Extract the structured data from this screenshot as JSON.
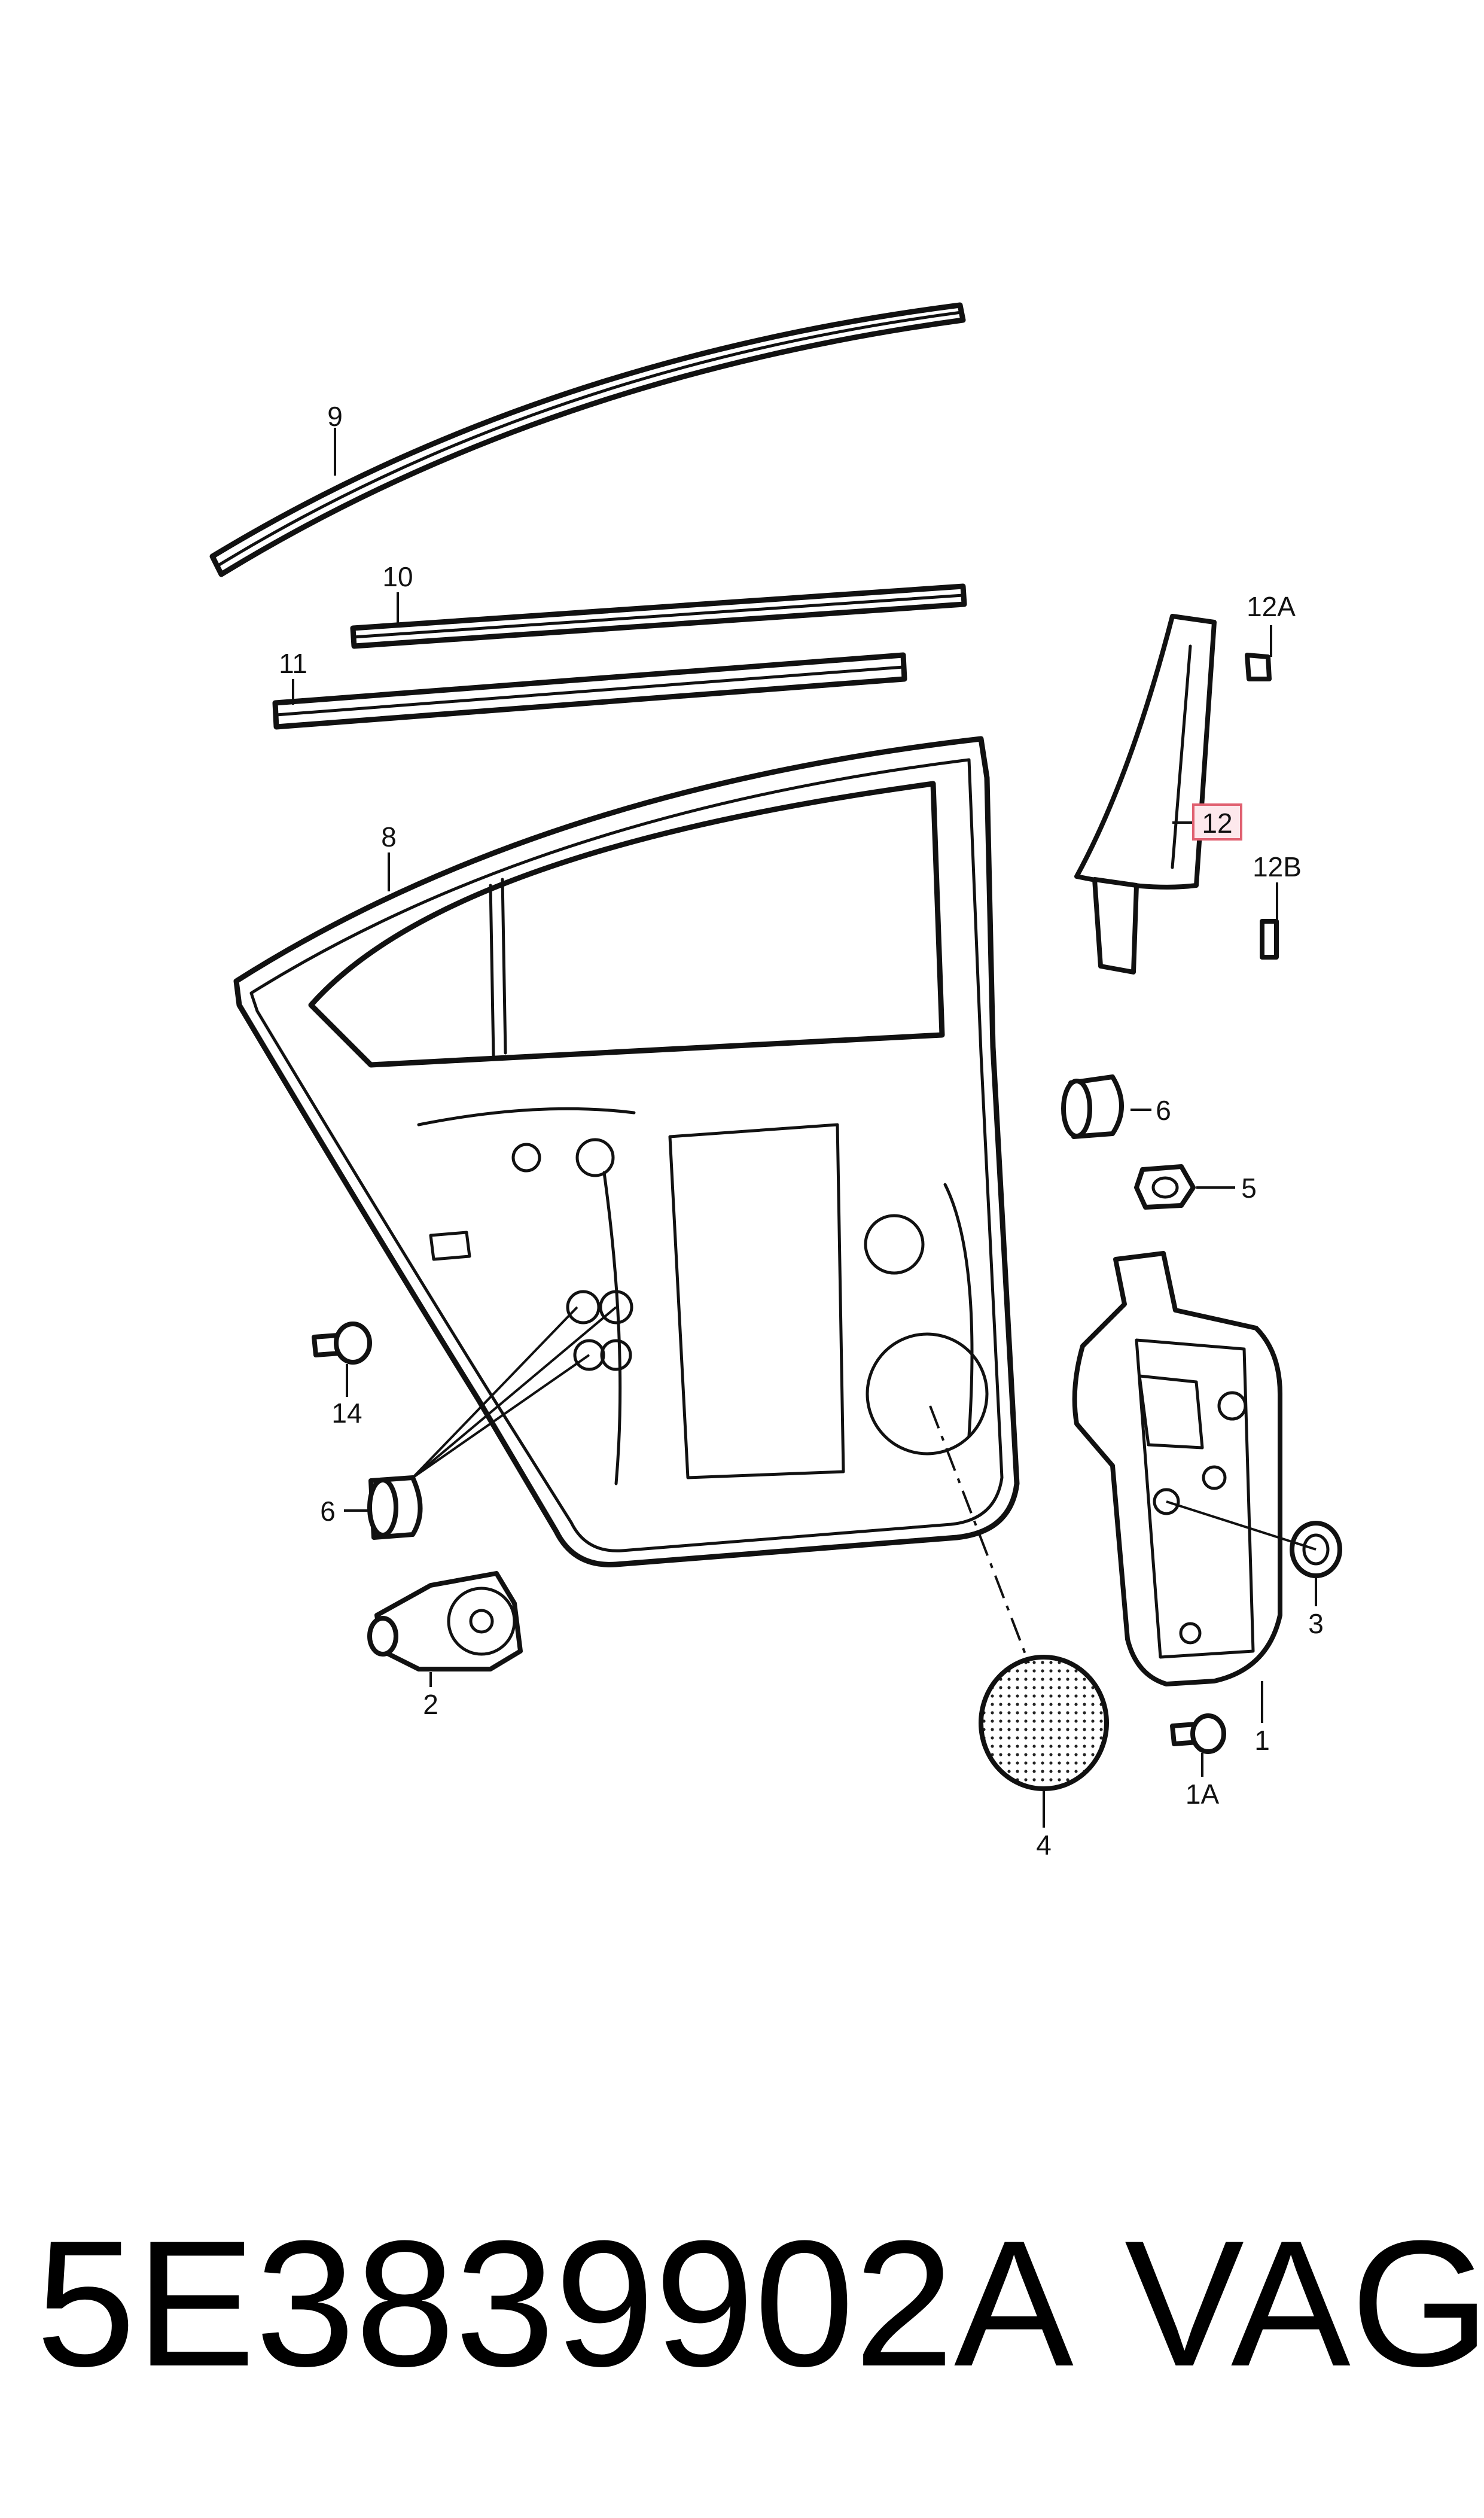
{
  "diagram": {
    "callouts": [
      "9",
      "10",
      "11",
      "12A",
      "12",
      "12B",
      "8",
      "6",
      "5",
      "14",
      "6",
      "3",
      "2",
      "1",
      "1A",
      "4"
    ],
    "highlighted": "12"
  },
  "caption": {
    "part_number": "5E3839902A",
    "brand": "VAG"
  }
}
